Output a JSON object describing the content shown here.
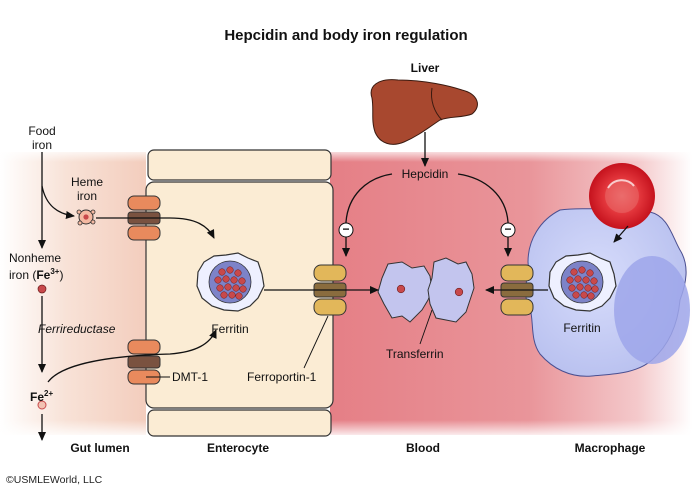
{
  "title": "Hepcidin and body iron regulation",
  "labels": {
    "liver": "Liver",
    "hepcidin": "Hepcidin",
    "food_iron_line1": "Food",
    "food_iron_line2": "iron",
    "heme_iron_line1": "Heme",
    "heme_iron_line2": "iron",
    "nonheme_line1": "Nonheme",
    "nonheme_prefix": "iron (",
    "nonheme_fe": "Fe",
    "nonheme_charge": "3+",
    "nonheme_suffix": ")",
    "ferrireductase": "Ferrireductase",
    "fe2_base": "Fe",
    "fe2_charge": "2+",
    "ferritin_enterocyte": "Ferritin",
    "ferritin_macrophage": "Ferritin",
    "dmt1": "DMT-1",
    "ferroportin": "Ferroportin-1",
    "transferrin": "Transferrin",
    "inhibit_symbol_left": "−",
    "inhibit_symbol_right": "−"
  },
  "regions": {
    "gut_lumen": "Gut lumen",
    "enterocyte": "Enterocyte",
    "blood": "Blood",
    "macrophage": "Macrophage"
  },
  "copyright": "©USMLEWorld, LLC",
  "colors": {
    "lumen_bg": "#f6d9cc",
    "enterocyte_fill": "#fbecd4",
    "blood_bg": "#e58d92",
    "macrophage_fill": "#c5ccf3",
    "liver": "#a8482f",
    "dmt1_orange": "#e98a5d",
    "ferroportin_gold": "#e2b75a",
    "ferritin_purple": "#7d83c8",
    "iron_dot": "#c8494b",
    "transferrin": "#c3c5ee",
    "rbc_red": "#d4202a"
  }
}
